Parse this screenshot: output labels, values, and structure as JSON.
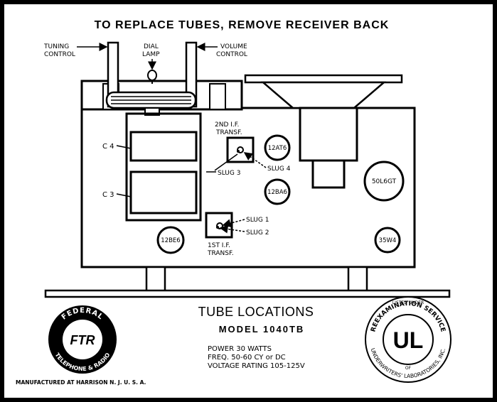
{
  "header": {
    "text": "TO REPLACE TUBES, REMOVE RECEIVER BACK"
  },
  "callouts": {
    "tuning_line1": "TUNING",
    "tuning_line2": "CONTROL",
    "dial_line1": "DIAL",
    "dial_line2": "LAMP",
    "volume_line1": "VOLUME",
    "volume_line2": "CONTROL",
    "c4": "C 4",
    "c3": "C 3",
    "if2_line1": "2ND I.F.",
    "if2_line2": "TRANSF.",
    "if1_line1": "1ST I.F.",
    "if1_line2": "TRANSF.",
    "slug1": "SLUG 1",
    "slug2": "SLUG 2",
    "slug3": "SLUG 3",
    "slug4": "SLUG 4"
  },
  "tubes": {
    "t12at6": "12AT6",
    "t12ba6": "12BA6",
    "t50l6gt": "50L6GT",
    "t12be6": "12BE6",
    "t35w4": "35W4"
  },
  "info": {
    "title": "TUBE LOCATIONS",
    "model": "MODEL 1040TB",
    "power": "POWER 30 WATTS",
    "freq": "FREQ. 50-60 CY or DC",
    "voltage": "VOLTAGE RATING 105-125V"
  },
  "logo_ftr": {
    "top_text": "FEDERAL",
    "bottom_text": "TELEPHONE & RADIO",
    "monogram": "FTR"
  },
  "logo_ul": {
    "top_small": "LISTED UNDER",
    "ring_top": "REEXAMINATION SERVICE",
    "ring_bottom": "UNDERWRITERS' LABORATORIES, INC.",
    "of": "OF",
    "mark": "UL"
  },
  "footer": {
    "manufactured": "MANUFACTURED AT HARRISON N. J. U. S. A."
  }
}
